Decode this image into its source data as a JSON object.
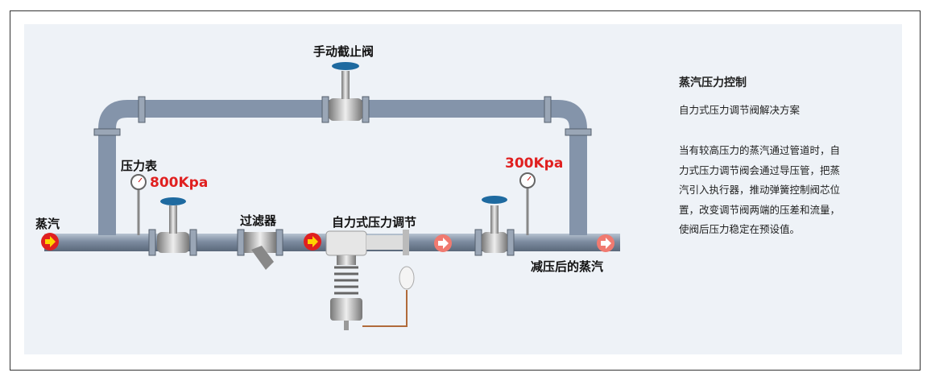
{
  "diagram": {
    "labels": {
      "manual_valve": "手动截止阀",
      "pressure_gauge": "压力表",
      "inlet_pressure": "800Kpa",
      "steam": "蒸汽",
      "filter": "过滤器",
      "regulator": "自力式压力调节",
      "outlet_pressure": "300Kpa",
      "reduced_steam": "减压后的蒸汽"
    },
    "colors": {
      "pipe": "#8c9bb0",
      "valve_handle": "#1e6aa0",
      "arrow": "#e02020",
      "pressure_text": "#e02020"
    }
  },
  "side": {
    "title": "蒸汽压力控制",
    "subtitle": "自力式压力调节阀解决方案",
    "description": "当有较高压力的蒸汽通过管道时，自力式压力调节阀会通过导压管，把蒸汽引入执行器，推动弹簧控制阀芯位置，改变调节阀两端的压差和流量，使阀后压力稳定在预设值。"
  }
}
